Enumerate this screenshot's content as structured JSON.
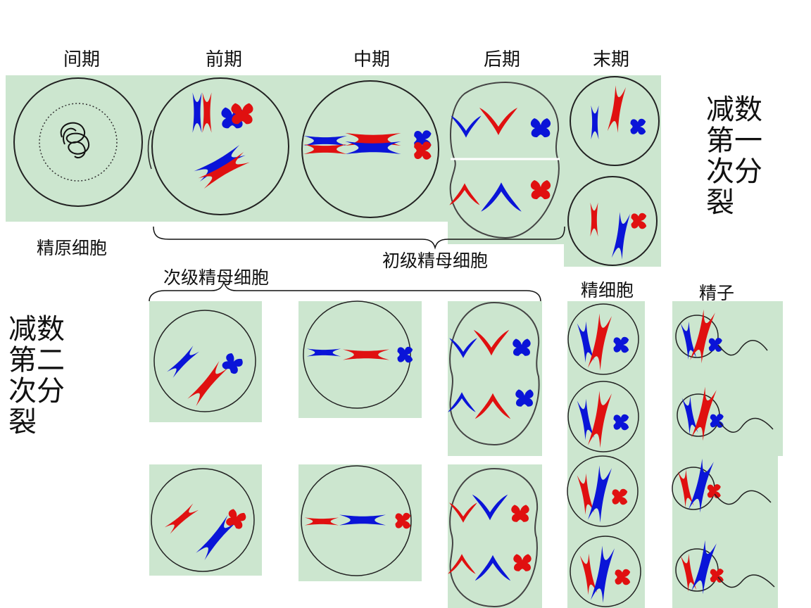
{
  "phases": {
    "interphase": "间期",
    "prophase": "前期",
    "metaphase": "中期",
    "anaphase": "后期",
    "telophase": "末期"
  },
  "cells": {
    "spermatogonium": "精原细胞",
    "primary_spermatocyte": "初级精母细胞",
    "secondary_spermatocyte": "次级精母细胞",
    "spermatid": "精细胞",
    "sperm": "精子"
  },
  "divisions": {
    "meiosis1": [
      "减数",
      "第一",
      "次分",
      "裂"
    ],
    "meiosis2": [
      "减数",
      "第二",
      "次分",
      "裂"
    ]
  },
  "colors": {
    "panel": "#cce6cf",
    "chromosome_a": "#0a14d8",
    "chromosome_b": "#e01010",
    "outline": "#222222"
  }
}
